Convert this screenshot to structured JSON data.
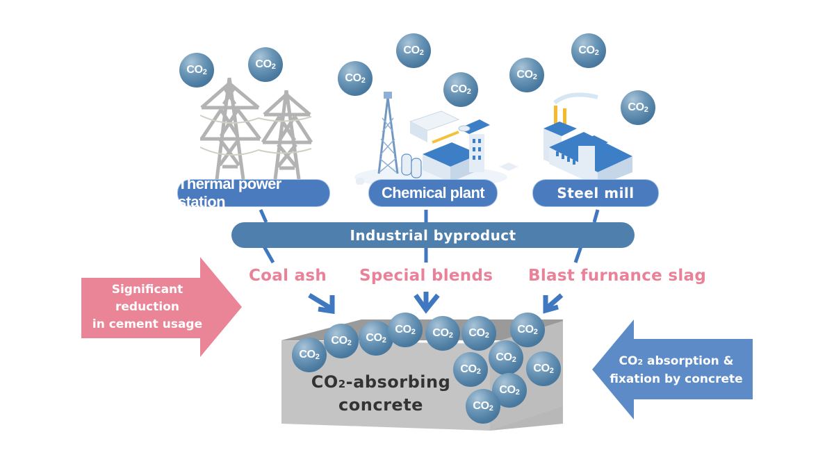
{
  "colors": {
    "pill_blue": "#4a7bbf",
    "byproduct_blue": "#4e7fad",
    "material_pink": "#e98298",
    "cement_arrow_pink": "#ea8597",
    "absorption_arrow_blue": "#5d8bc8",
    "connector_blue": "#3f78c0",
    "concrete_gray": "#c4c4c4",
    "co2_bubble": "#4a7aa0"
  },
  "co2_bubble": {
    "main": "CO",
    "sub": "2"
  },
  "sources": [
    {
      "id": "thermal",
      "label": "Thermal power station",
      "icon": "power-tower-icon"
    },
    {
      "id": "chemical",
      "label": "Chemical plant",
      "icon": "chemical-plant-icon"
    },
    {
      "id": "steel",
      "label": "Steel mill",
      "icon": "steel-mill-icon"
    }
  ],
  "byproduct": {
    "label": "Industrial byproduct"
  },
  "materials": [
    {
      "id": "coal-ash",
      "label": "Coal ash"
    },
    {
      "id": "special-blends",
      "label": "Special blends"
    },
    {
      "id": "slag",
      "label": "Blast furnance slag"
    }
  ],
  "cement_arrow": {
    "lines": [
      "Significant",
      "reduction",
      "in cement usage"
    ]
  },
  "absorption_arrow": {
    "line1_main": "CO",
    "line1_sub": "2",
    "line1_rest": " absorption &",
    "line2": "fixation by concrete"
  },
  "concrete": {
    "line1_main": "CO",
    "line1_sub": "2",
    "line1_rest": "-absorbing",
    "line2": "concrete"
  }
}
